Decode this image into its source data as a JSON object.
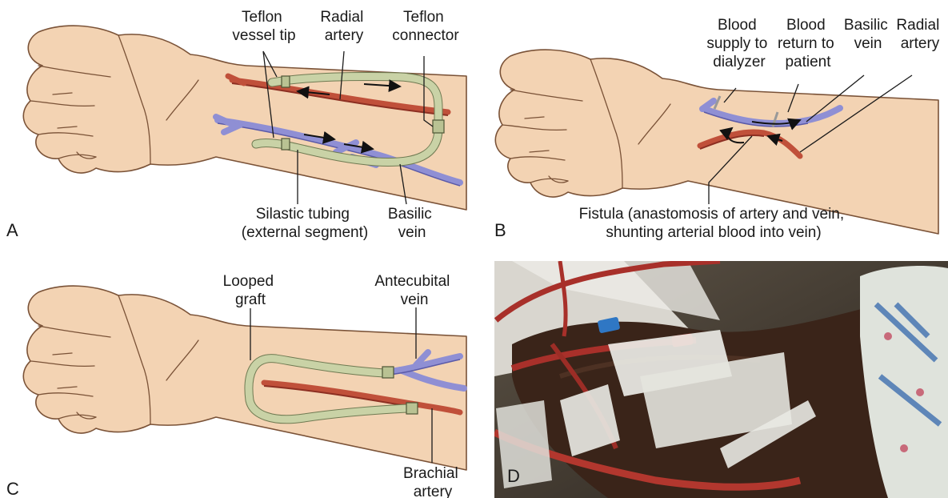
{
  "panels": {
    "a": {
      "letter": "A",
      "labels": {
        "teflon_vessel_tip": [
          "Teflon",
          "vessel tip"
        ],
        "radial_artery": [
          "Radial",
          "artery"
        ],
        "teflon_connector": [
          "Teflon",
          "connector"
        ],
        "silastic_tubing": [
          "Silastic tubing",
          "(external segment)"
        ],
        "basilic_vein": [
          "Basilic",
          "vein"
        ]
      }
    },
    "b": {
      "letter": "B",
      "labels": {
        "blood_supply": [
          "Blood",
          "supply to",
          "dialyzer"
        ],
        "blood_return": [
          "Blood",
          "return to",
          "patient"
        ],
        "basilic_vein": [
          "Basilic",
          "vein"
        ],
        "radial_artery": [
          "Radial",
          "artery"
        ],
        "fistula": [
          "Fistula (anastomosis of artery and vein,",
          "shunting arterial blood into vein)"
        ]
      }
    },
    "c": {
      "letter": "C",
      "labels": {
        "looped_graft": [
          "Looped",
          "graft"
        ],
        "antecubital_vein": [
          "Antecubital",
          "vein"
        ],
        "brachial_artery": [
          "Brachial",
          "artery"
        ]
      }
    },
    "d": {
      "letter": "D"
    }
  },
  "colors": {
    "skin": "#f3d3b3",
    "artery": "#c0503a",
    "vein": "#8f8fd4",
    "tubing": "#c9d2a6",
    "blood_line": "#a8302a",
    "tape": "#ecece6"
  }
}
